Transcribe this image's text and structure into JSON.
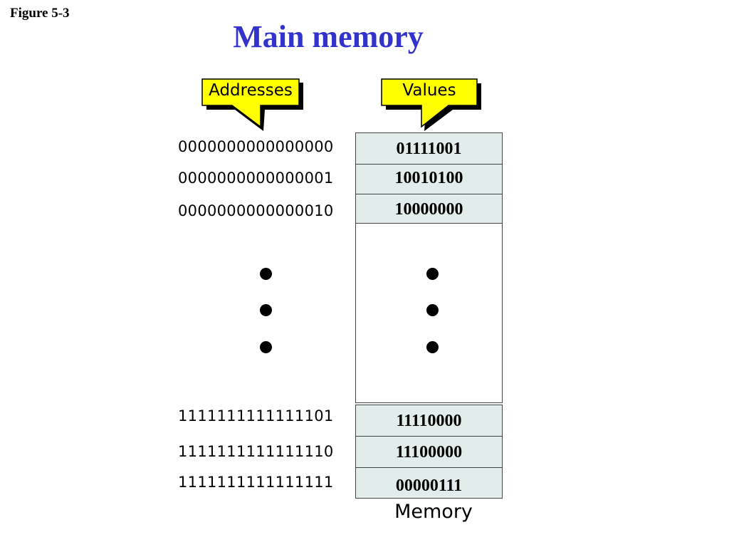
{
  "figure_label": "Figure 5-3",
  "title": "Main memory",
  "callouts": {
    "addresses": "Addresses",
    "values": "Values"
  },
  "rows_top": [
    {
      "address": "0000000000000000",
      "value": "01111001"
    },
    {
      "address": "0000000000000001",
      "value": "10010100"
    },
    {
      "address": "0000000000000010",
      "value": "10000000"
    }
  ],
  "rows_bottom": [
    {
      "address": "1111111111111101",
      "value": "11110000"
    },
    {
      "address": "1111111111111110",
      "value": "11100000"
    },
    {
      "address": "1111111111111111",
      "value": "00000111"
    }
  ],
  "memory_label": "Memory",
  "colors": {
    "title": "#3333cc",
    "callout_fill": "#ffff00",
    "cell_fill": "#e2eceb"
  }
}
